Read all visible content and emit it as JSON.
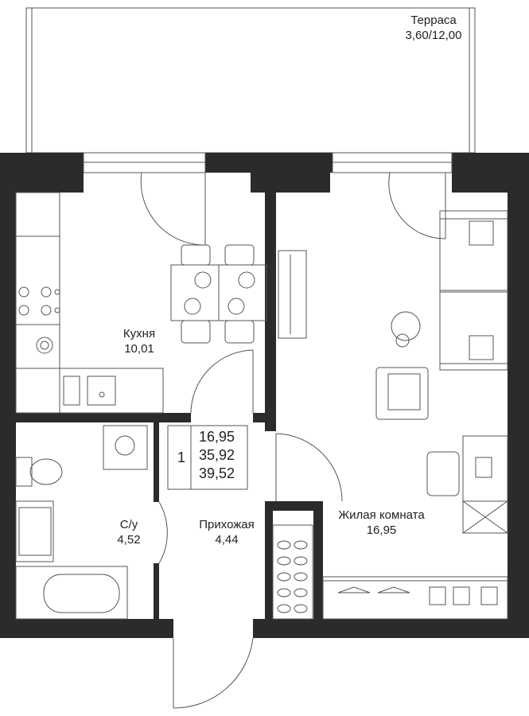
{
  "terrace": {
    "name": "Терраса",
    "area": "3,60/12,00"
  },
  "rooms": {
    "kitchen": {
      "name": "Кухня",
      "area": "10,01"
    },
    "bathroom": {
      "name": "С/у",
      "area": "4,52"
    },
    "hallway": {
      "name": "Прихожая",
      "area": "4,44"
    },
    "living": {
      "name": "Жилая комната",
      "area": "16,95"
    }
  },
  "summary": {
    "rooms_count": "1",
    "living_area": "16,95",
    "total_area": "35,92",
    "total_with_terrace": "39,52"
  },
  "colors": {
    "wall": "#2b2b2b",
    "line": "#555555",
    "background": "#ffffff"
  }
}
